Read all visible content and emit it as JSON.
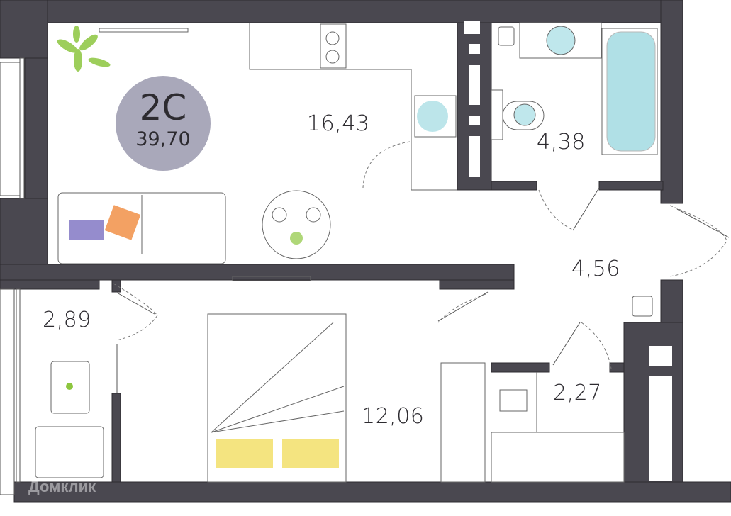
{
  "plan": {
    "apartment_type": "2С",
    "total_area": "39,70",
    "rooms": [
      {
        "name": "living-kitchen",
        "area": "16,43"
      },
      {
        "name": "bathroom",
        "area": "4,38"
      },
      {
        "name": "hallway",
        "area": "4,56"
      },
      {
        "name": "balcony",
        "area": "2,89"
      },
      {
        "name": "bedroom",
        "area": "12,06"
      },
      {
        "name": "wardrobe",
        "area": "2,27"
      }
    ],
    "watermark": "Домклик"
  },
  "colors": {
    "wall": "#4a4850",
    "badge": "#a9a8ba",
    "water": "#8fd3dc",
    "plant": "#8dc63f",
    "pillow": "#f0d84a",
    "purple": "#7b6fc0",
    "orange": "#f08a3c"
  }
}
